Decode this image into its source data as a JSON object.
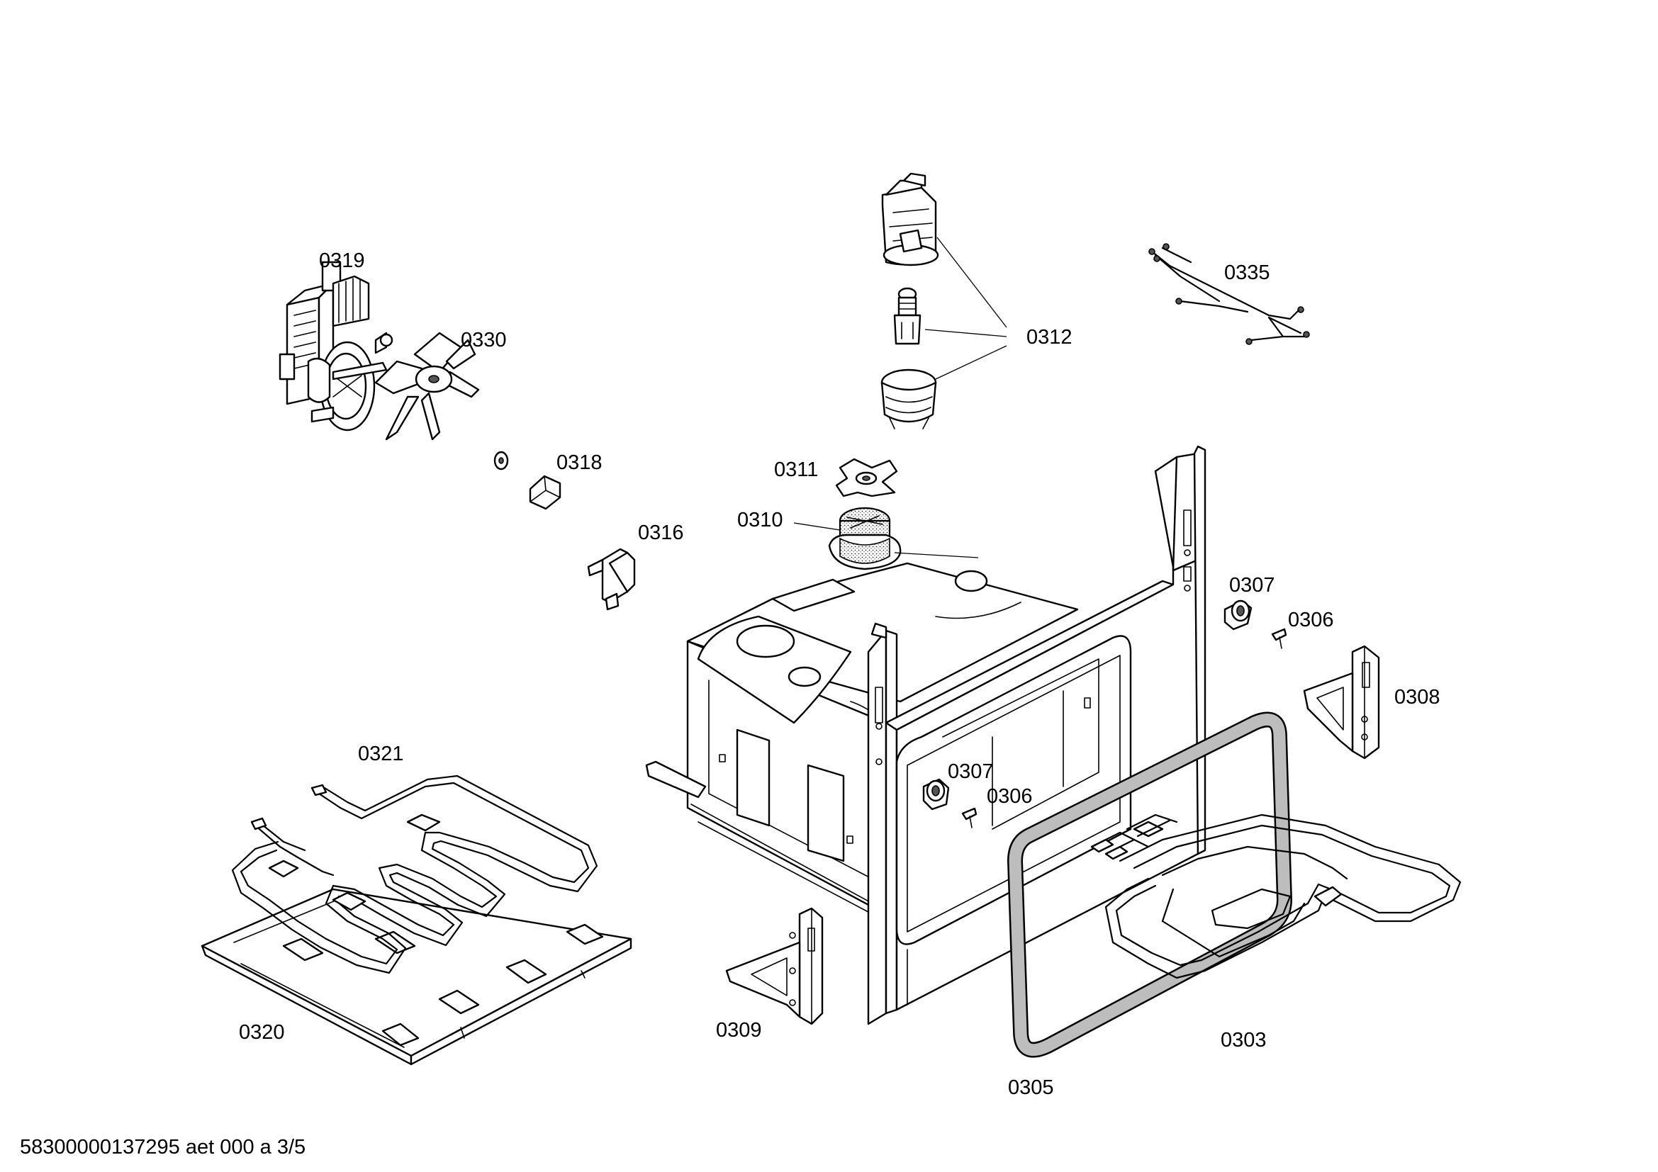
{
  "labels": [
    {
      "key": "0319",
      "text": "0319"
    },
    {
      "key": "0330",
      "text": "0330"
    },
    {
      "key": "0318",
      "text": "0318"
    },
    {
      "key": "0316",
      "text": "0316"
    },
    {
      "key": "0312",
      "text": "0312"
    },
    {
      "key": "0335",
      "text": "0335"
    },
    {
      "key": "0311",
      "text": "0311"
    },
    {
      "key": "0310",
      "text": "0310"
    },
    {
      "key": "0307a",
      "text": "0307"
    },
    {
      "key": "0306a",
      "text": "0306"
    },
    {
      "key": "0308",
      "text": "0308"
    },
    {
      "key": "0307b",
      "text": "0307"
    },
    {
      "key": "0306b",
      "text": "0306"
    },
    {
      "key": "0321",
      "text": "0321"
    },
    {
      "key": "0320",
      "text": "0320"
    },
    {
      "key": "0309",
      "text": "0309"
    },
    {
      "key": "0303",
      "text": "0303"
    },
    {
      "key": "0305",
      "text": "0305"
    }
  ],
  "footer": "58300000137295 aet 000 a 3/5"
}
